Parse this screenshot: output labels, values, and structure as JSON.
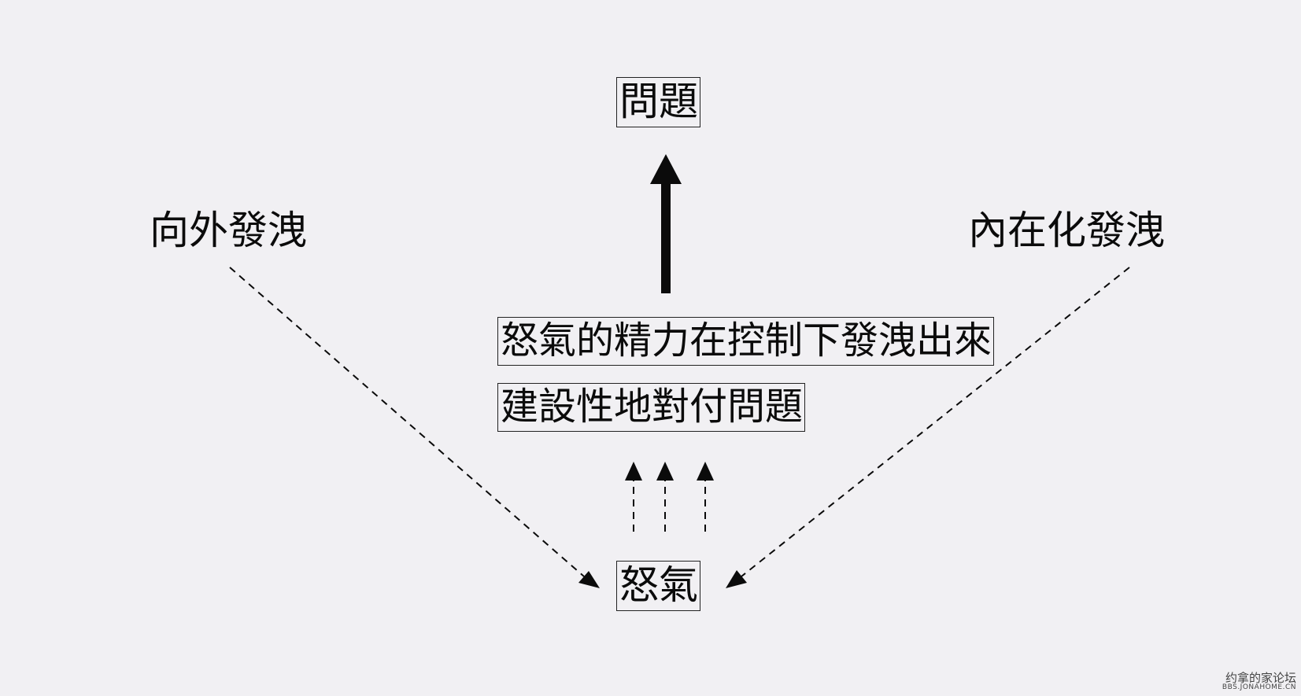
{
  "diagram": {
    "problem": "問題",
    "outward": "向外發洩",
    "inward": "內在化發洩",
    "controlled": "怒氣的精力在控制下發洩出來",
    "constructive": "建設性地對付問題",
    "anger": "怒氣"
  },
  "watermark": {
    "name": "约拿的家论坛",
    "url": "BBS.JONAHOME.CN"
  },
  "colors": {
    "background": "#f1f0f3",
    "ink": "#0b0b0b"
  },
  "icons": {
    "solid_arrow": "arrow-up-icon",
    "dashed_arrows": "dashed-arrow-icon"
  }
}
